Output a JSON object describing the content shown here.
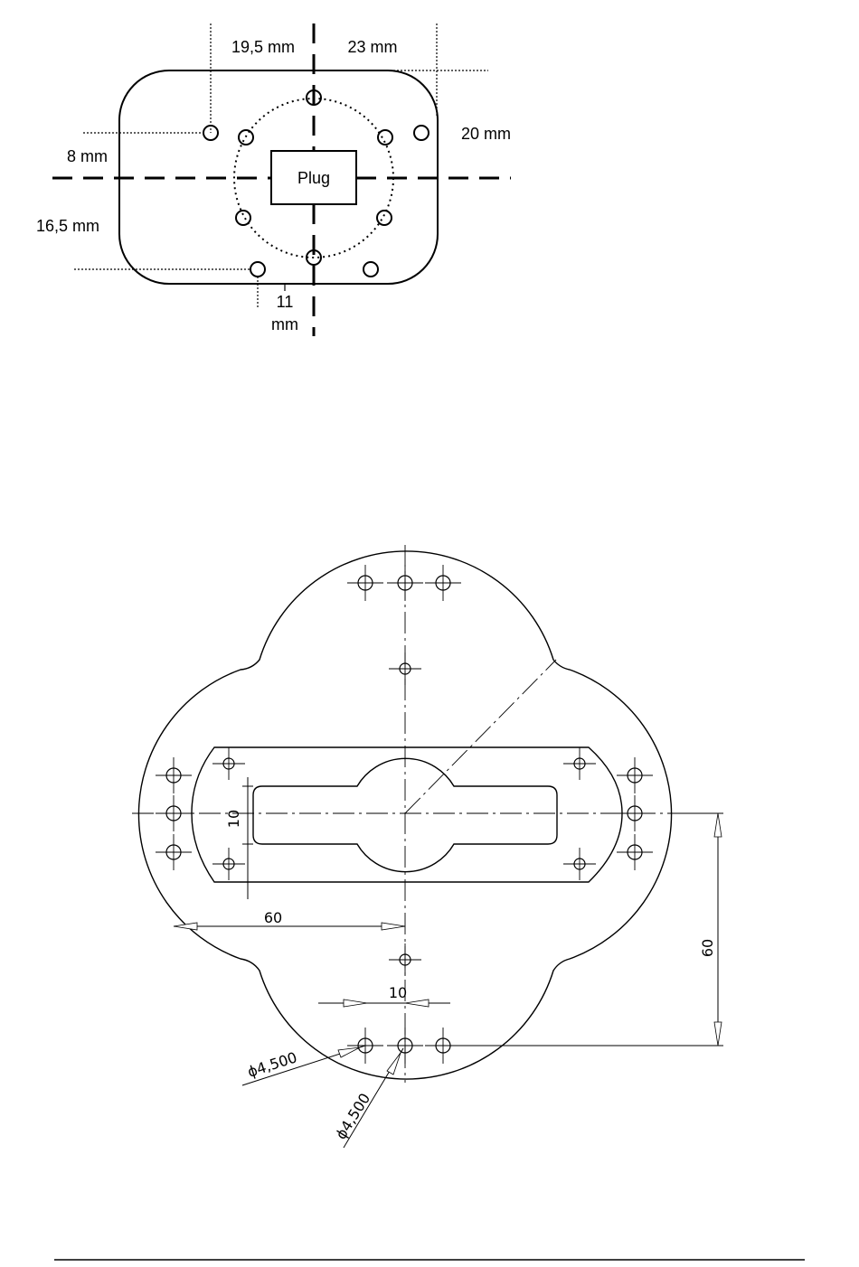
{
  "diagram_top": {
    "plug_label": "Plug",
    "dim_left_top": "19,5 mm",
    "dim_right_top": "23 mm",
    "dim_right": "20 mm",
    "dim_left_1": "8 mm",
    "dim_left_2": "16,5 mm",
    "dim_bottom_1": "11",
    "dim_bottom_2": "mm"
  },
  "diagram_bottom": {
    "dim_slot_height": "10",
    "dim_horizontal": "60",
    "dim_vertical": "60",
    "dim_hole_spacing": "10",
    "dim_hole_dia_1": "ϕ4,500",
    "dim_hole_dia_2": "ϕ4,500"
  },
  "colors": {
    "line": "#000000",
    "background": "#ffffff"
  }
}
